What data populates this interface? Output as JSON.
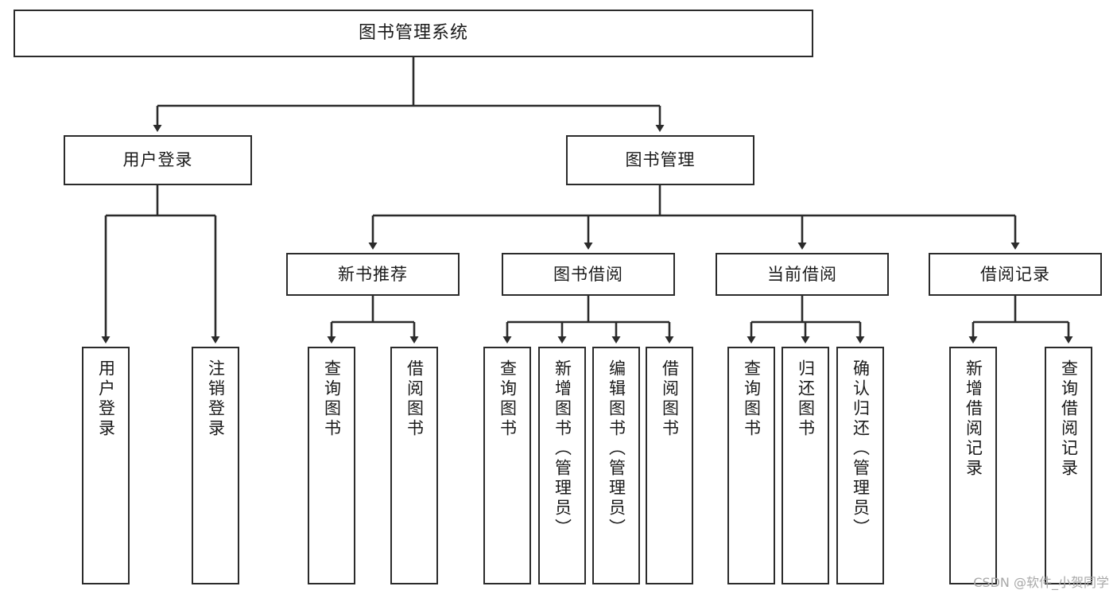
{
  "diagram": {
    "title": "图书管理系统",
    "type": "tree-hierarchy",
    "orientation": "top-down",
    "colors": {
      "node_border": "#2b2b2b",
      "node_fill": "#ffffff",
      "edge": "#2b2b2b",
      "text": "#1a1a1a",
      "watermark": "#a8a8a8",
      "background": "#ffffff"
    }
  },
  "watermark": {
    "text": "CSDN @软件_小贺同学"
  },
  "nodes": {
    "root": {
      "label": "图书管理系统"
    },
    "level1": [
      {
        "id": "user-login",
        "label": "用户登录"
      },
      {
        "id": "book-management",
        "label": "图书管理"
      }
    ],
    "level2": [
      {
        "id": "new-book-recommend",
        "label": "新书推荐"
      },
      {
        "id": "book-borrow",
        "label": "图书借阅"
      },
      {
        "id": "current-borrow",
        "label": "当前借阅"
      },
      {
        "id": "borrow-record",
        "label": "借阅记录"
      }
    ],
    "leaves": {
      "user-login": [
        {
          "id": "leaf-user-login",
          "label": "用户登录"
        },
        {
          "id": "leaf-logout-login",
          "label": "注销登录"
        }
      ],
      "new-book-recommend": [
        {
          "id": "leaf-query-book-1",
          "label": "查询图书"
        },
        {
          "id": "leaf-borrow-book-1",
          "label": "借阅图书"
        }
      ],
      "book-borrow": [
        {
          "id": "leaf-query-book-2",
          "label": "查询图书"
        },
        {
          "id": "leaf-add-book-admin",
          "label": "新增图书（管理员）"
        },
        {
          "id": "leaf-edit-book-admin",
          "label": "编辑图书（管理员）"
        },
        {
          "id": "leaf-borrow-book-2",
          "label": "借阅图书"
        }
      ],
      "current-borrow": [
        {
          "id": "leaf-query-book-3",
          "label": "查询图书"
        },
        {
          "id": "leaf-return-book",
          "label": "归还图书"
        },
        {
          "id": "leaf-confirm-return-admin",
          "label": "确认归还（管理员）"
        }
      ],
      "borrow-record": [
        {
          "id": "leaf-add-borrow-record",
          "label": "新增借阅记录"
        },
        {
          "id": "leaf-query-borrow-record",
          "label": "查询借阅记录"
        }
      ]
    }
  }
}
